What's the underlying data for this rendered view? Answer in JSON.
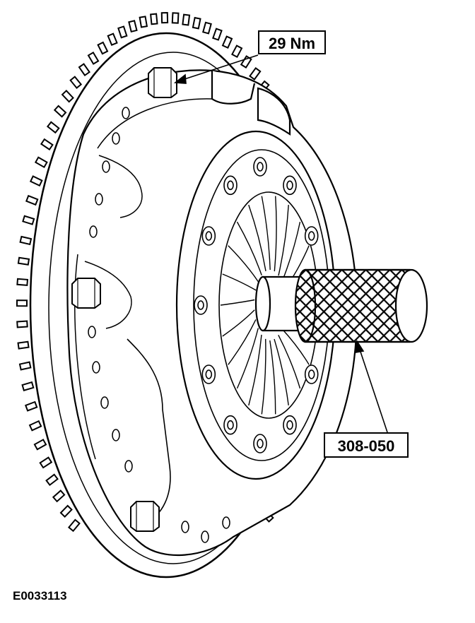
{
  "callouts": {
    "torque": "29 Nm",
    "tool": "308-050"
  },
  "figure_id": "E0033113",
  "components": {
    "flywheel": "flywheel-ring-gear",
    "pressure_plate": "clutch-pressure-plate",
    "clutch_disc": "clutch-disc",
    "alignment_tool": "clutch-alignment-tool"
  },
  "colors": {
    "line": "#000000",
    "background": "#ffffff"
  }
}
